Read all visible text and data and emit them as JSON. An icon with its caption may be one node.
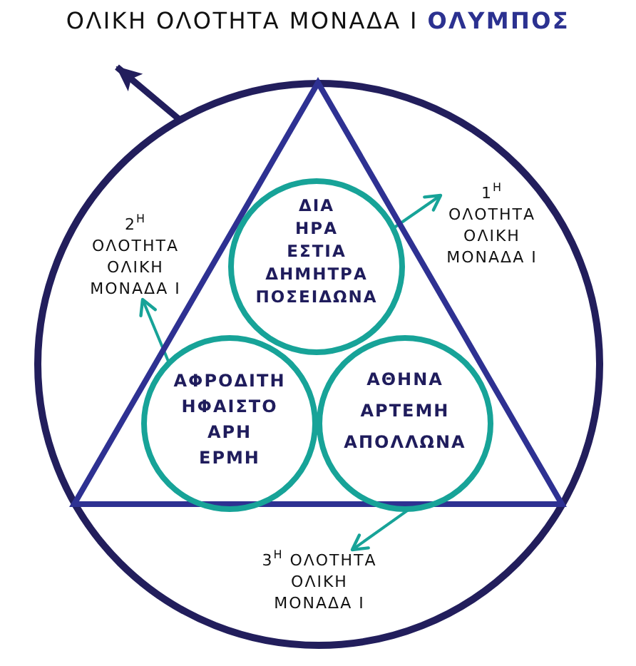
{
  "diagram": {
    "title": "ΟΛΙΚΗ ΟΛΟΤΗΤΑ ΜΟΝΑΔΑ Ι **ΟΛΥΜΠΟΣ**",
    "nodes": [
      {
        "text": [],
        "shape": "circle"
      },
      {
        "text": [],
        "shape": "triangle",
        "in": 0
      },
      {
        "text": [
          "ΔΙΑ",
          "ΗΡΑ",
          "ΕΣΤΙΑ",
          "ΔΗΜΗΤΡΑ",
          "ΠΟΣΕΙΔΩΝΑ"
        ],
        "in": 1
      },
      {
        "text": [
          "1$^{Η}$ ΟΛΟΤΗΤΑ ΟΛΙΚΗ ΜΟΝΑΔΑ Ι"
        ],
        "in": 0
      },
      {
        "text": [
          "2$^{Η}$ ΟΛΟΤΗΤΑ ΟΛΙΚΗ ΜΟΝΑΔΑ Ι"
        ],
        "in": 0
      },
      {
        "text": [
          "ΑΦΡΟΔΙΤΗ",
          "ΗΦΑΙΣΤΟ",
          "ΑΡΗ",
          "ΕΡΜΗ"
        ],
        "in": 1
      },
      {
        "text": [
          "ΑΘΗΝΑ",
          "ΑΡΤΕΜΗ",
          "ΑΠΟΛΛΩΝΑ"
        ],
        "in": 1
      },
      {
        "text": [
          "3$^{Η}$ ΟΛΟΤΗΤΑ ΟΛΙΚΗ ΜΟΝΑΔΑ Ι"
        ],
        "in": 0
      }
    ],
    "edges": [
      {
        "from": 0,
        "to": null,
        "arrow": "to",
        "style": "thick",
        "color": "#221e5c"
      },
      {
        "from": 2,
        "to": 3,
        "arrow": "to"
      },
      {
        "from": 5,
        "to": 4,
        "arrow": "to"
      },
      {
        "from": 6,
        "to": 7,
        "arrow": "to"
      }
    ]
  }
}
